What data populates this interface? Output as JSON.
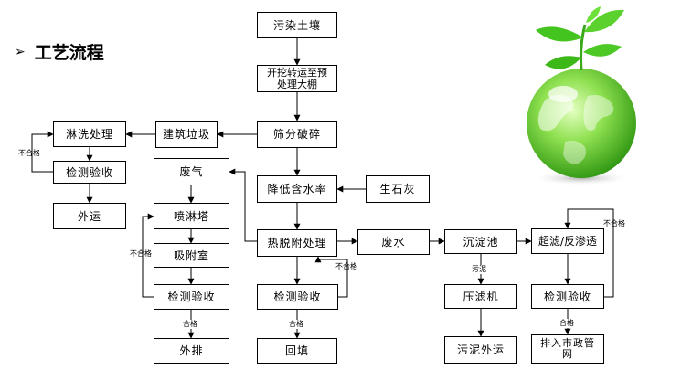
{
  "title": {
    "bullet": "➢",
    "text": "工艺流程"
  },
  "nodes": {
    "contaminated_soil": "污染土壤",
    "excavate_transport_1": "开挖转运至预",
    "excavate_transport_2": "处理大棚",
    "screen_crush": "筛分破碎",
    "construction_waste": "建筑垃圾",
    "washing_treatment": "淋洗处理",
    "inspection_left": "检测验收",
    "transport_out": "外运",
    "exhaust_gas": "废气",
    "spray_tower": "喷淋塔",
    "adsorption_chamber": "吸附室",
    "inspection_gas": "检测验收",
    "discharge": "外排",
    "reduce_moisture": "降低含水率",
    "quicklime": "生石灰",
    "thermal_desorption": "热脱附处理",
    "inspection_mid": "检测验收",
    "backfill": "回填",
    "wastewater": "废水",
    "sedimentation_tank": "沉淀池",
    "filter_press": "压滤机",
    "sludge_transport": "污泥外运",
    "uf_ro": "超滤/反渗透",
    "inspection_water": "检测验收",
    "discharge_municipal": "排入市政管网"
  },
  "labels": {
    "fail_wash": "不合格",
    "fail_gas": "不合格",
    "fail_mid": "不合格",
    "fail_water": "不合格",
    "pass_gas": "合格",
    "pass_mid": "合格",
    "pass_water": "合格",
    "sludge": "污泥"
  },
  "colors": {
    "line": "#000000",
    "globe_light": "#b8f07a",
    "globe_dark": "#3fae1c",
    "leaf": "#3cc21a"
  }
}
